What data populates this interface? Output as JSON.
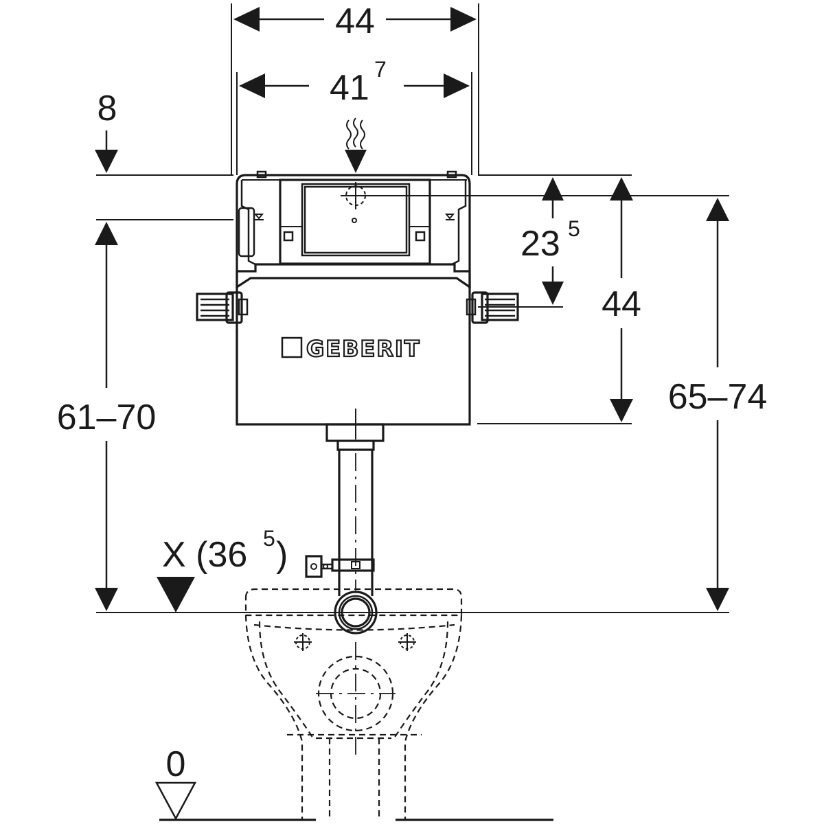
{
  "diagram": {
    "brand": "GEBERIT",
    "dimensions": {
      "top_width": "44",
      "inner_width_main": "41",
      "inner_width_sup": "7",
      "top_offset": "8",
      "actuator_height_main": "23",
      "actuator_height_sup": "5",
      "cistern_height": "44",
      "right_range": "65–74",
      "left_range": "61–70",
      "x_label_prefix": "X (36",
      "x_label_sup": "5",
      "x_label_suffix": ")",
      "floor_level": "0"
    }
  }
}
